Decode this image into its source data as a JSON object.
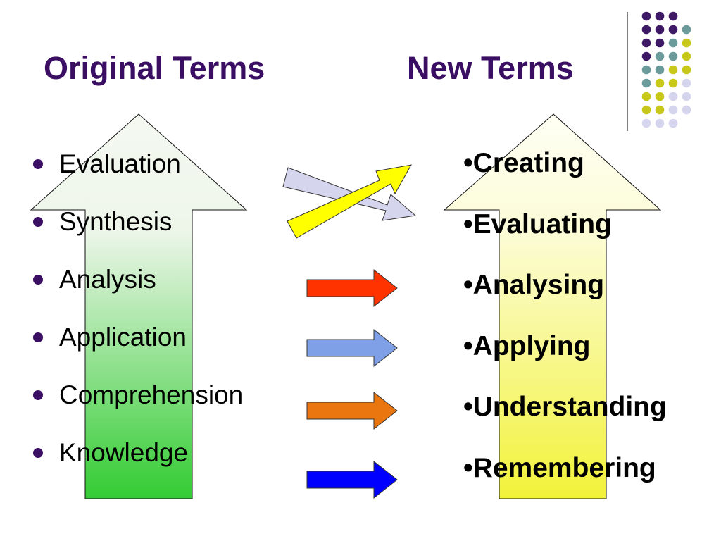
{
  "slide": {
    "title_original": "Original Terms",
    "title_new": "New Terms"
  },
  "original_terms": [
    "Evaluation",
    "Synthesis",
    "Analysis",
    "Application",
    "Comprehension",
    "Knowledge"
  ],
  "new_terms": [
    "Creating",
    "Evaluating",
    "Analysing",
    "Applying",
    "Understanding",
    "Remembering"
  ],
  "bullet_mark": "•",
  "colors": {
    "title": "#3a0e62",
    "left_arrow_gradient": [
      "#f4f8f1",
      "#33cc33"
    ],
    "right_arrow_gradient": [
      "#fffff4",
      "#f2f23a"
    ],
    "arrow_purple_gray": "#d5d6ee",
    "arrow_yellow": "#ffff00",
    "arrow_red": "#ff3300",
    "arrow_light_blue": "#7fa0e6",
    "arrow_orange": "#ea760f",
    "arrow_blue": "#0000ff",
    "dot_purple": "#3e1a66",
    "dot_teal": "#6c9b9b",
    "dot_olive": "#c8c81a",
    "dot_lavender": "#d5d6ee"
  },
  "decor_dots": [
    [
      "purple",
      "purple",
      "purple",
      "none"
    ],
    [
      "purple",
      "purple",
      "purple",
      "teal"
    ],
    [
      "purple",
      "purple",
      "teal",
      "olive"
    ],
    [
      "purple",
      "teal",
      "teal",
      "olive"
    ],
    [
      "teal",
      "teal",
      "olive",
      "olive"
    ],
    [
      "teal",
      "olive",
      "olive",
      "lavender"
    ],
    [
      "olive",
      "olive",
      "lavender",
      "lavender"
    ],
    [
      "olive",
      "olive",
      "lavender",
      "lavender"
    ],
    [
      "lavender",
      "lavender",
      "lavender",
      "none"
    ]
  ]
}
